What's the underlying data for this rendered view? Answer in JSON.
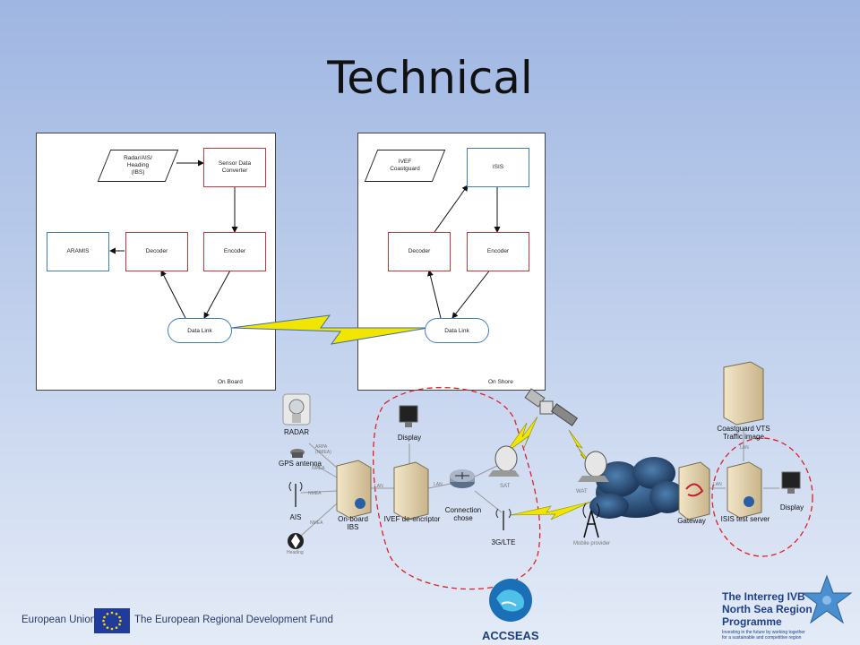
{
  "title": "Technical",
  "onboard": {
    "radar_input": "Radar/AIS/\nHeading\n(IBS)",
    "sensor_converter": "Sensor Data\nConverter",
    "aramis": "ARAMIS",
    "decoder": "Decoder",
    "encoder": "Encoder",
    "data_link": "Data Link",
    "panel_label": "On Board"
  },
  "onshore": {
    "input": "IVEF\nCoastguard",
    "isis": "ISIS",
    "decoder": "Decoder",
    "encoder": "Encoder",
    "data_link": "Data Link",
    "panel_label": "On Shore"
  },
  "network": {
    "radar": "RADAR",
    "gps": "GPS antenna",
    "ais": "AIS",
    "heading": "Heading",
    "onboard_ibs": "On-board\nIBS",
    "ivef_encryptor": "IVEF de-encriptor",
    "display_left": "Display",
    "connection_chose": "Connection\nchose",
    "lte": "3G/LTE",
    "sat_left": "SAT",
    "wat": "WAT",
    "mobile_provider": "Mobile provider",
    "gateway": "Gateway",
    "coastguard": "Coastguard VTS\nTraffic image",
    "isis_server": "ISIS test server",
    "display_right": "Display",
    "arpa_nmea": "ARPA\n(NMEA)",
    "nmea": "NMEA",
    "lan": "LAN"
  },
  "footer": {
    "eu": "European Union",
    "fund": "The European Regional Development Fund",
    "accseas": "ACCSEAS",
    "interreg_line1": "The Interreg IVB",
    "interreg_line2": "North Sea Region",
    "interreg_line3": "Programme",
    "interreg_tagline": "Investing in the future by working together\nfor a sustainable and competitive region"
  },
  "colors": {
    "flow_red": "#c43a3a",
    "flow_blue": "#3f7fbf",
    "lightning": "#f2e600",
    "dashed_zone": "#d22"
  }
}
